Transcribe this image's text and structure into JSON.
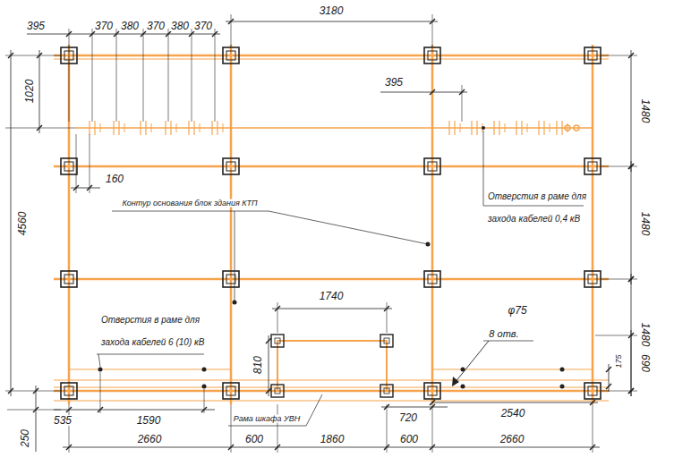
{
  "diagram": {
    "labels": [
      "395",
      "370",
      "380",
      "370",
      "380",
      "370",
      "3180",
      "1020",
      "4560",
      "160",
      "1480",
      "1480",
      "1480",
      "395",
      "Контур основания блок здания КТП",
      "Отверстия в раме для захода кабелей 0,4 кВ",
      "1740",
      "φ75",
      "8 отв.",
      "810",
      "175",
      "690",
      "Отверстия в раме для захода кабелей 6 (10) кВ",
      "535",
      "1590",
      "Рама шкафа УВН",
      "720",
      "2540",
      "250",
      "2660",
      "600",
      "1860",
      "600",
      "2660"
    ]
  }
}
